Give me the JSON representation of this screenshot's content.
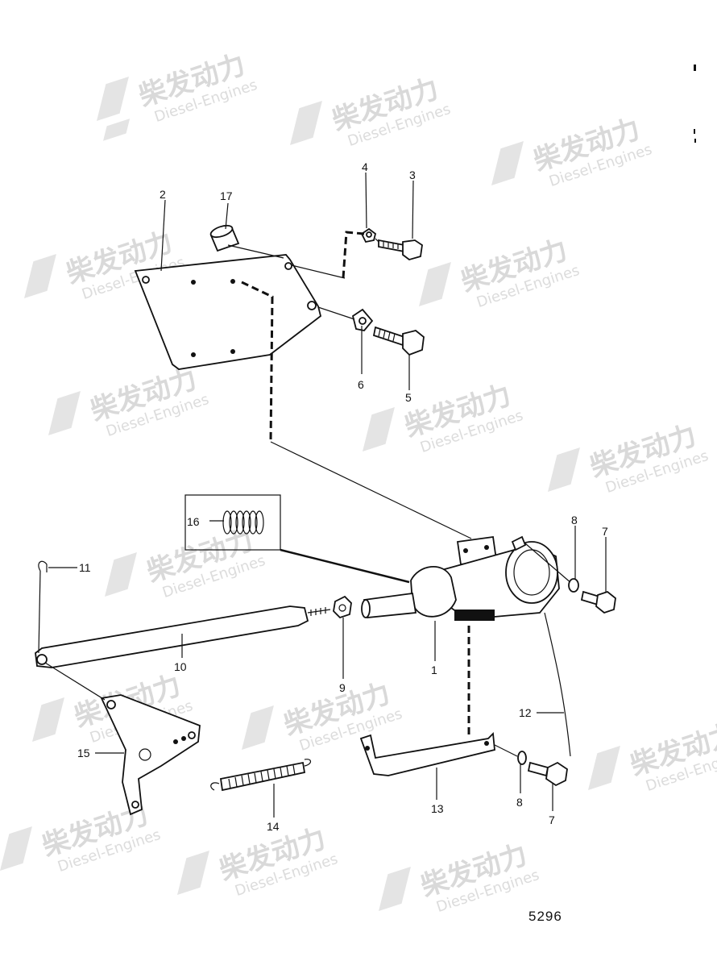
{
  "figure_number": "5296",
  "watermark": {
    "chinese": "柴发动力",
    "english": "Diesel-Engines"
  },
  "labels": {
    "l1": "1",
    "l2": "2",
    "l3": "3",
    "l4": "4",
    "l5": "5",
    "l6": "6",
    "l7a": "7",
    "l7b": "7",
    "l8a": "8",
    "l8b": "8",
    "l9": "9",
    "l10": "10",
    "l11": "11",
    "l12": "12",
    "l13": "13",
    "l14": "14",
    "l15": "15",
    "l16": "16",
    "l17": "17"
  },
  "colors": {
    "line": "#111111",
    "watermark": "#d9d9d9"
  }
}
